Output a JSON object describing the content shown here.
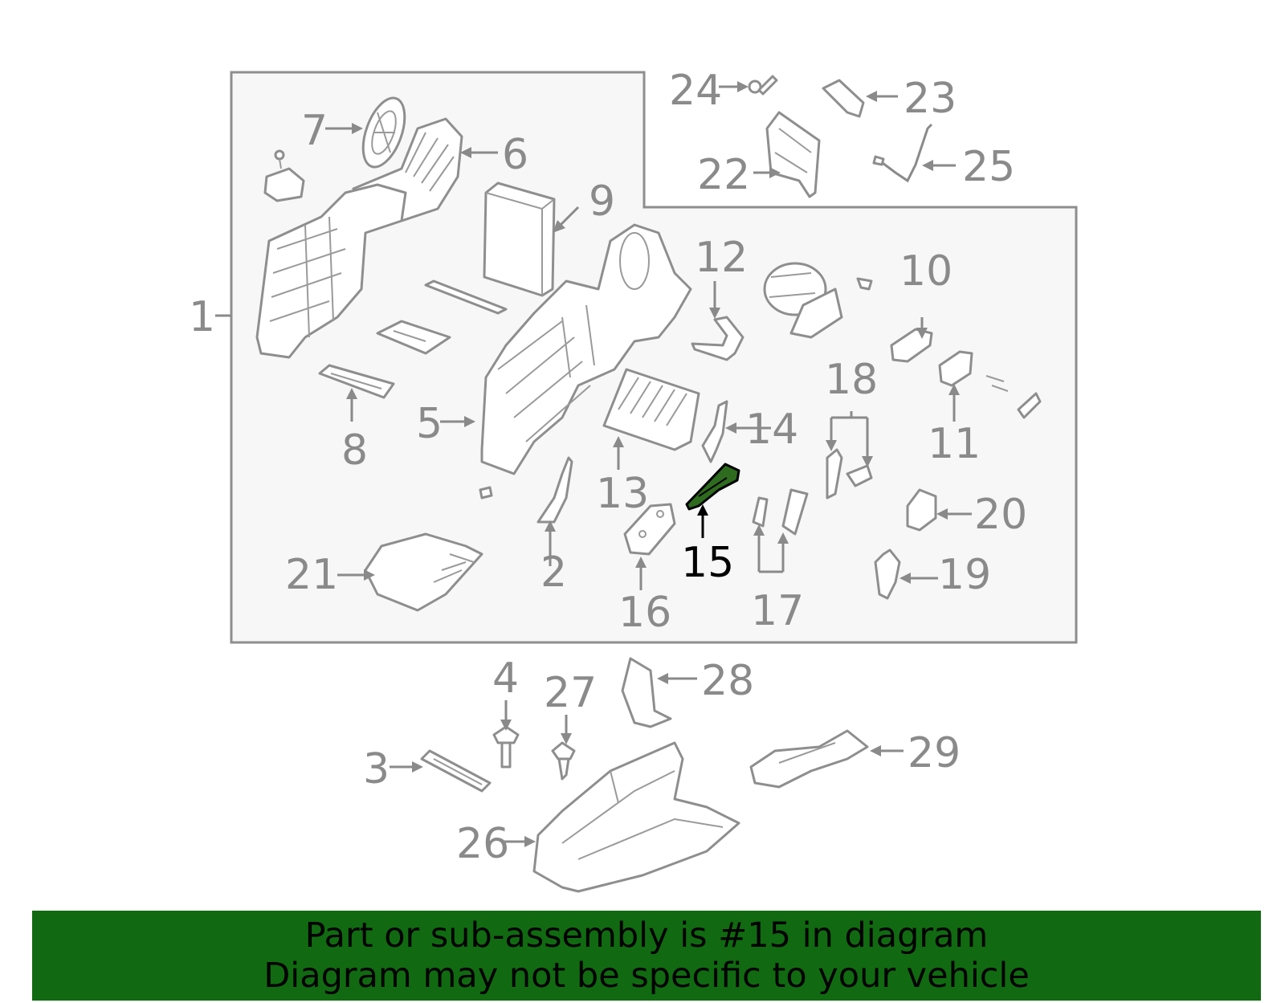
{
  "callouts": {
    "c1": "1",
    "c2": "2",
    "c3": "3",
    "c4": "4",
    "c5": "5",
    "c6": "6",
    "c7": "7",
    "c8": "8",
    "c9": "9",
    "c10": "10",
    "c11": "11",
    "c12": "12",
    "c13": "13",
    "c14": "14",
    "c15": "15",
    "c16": "16",
    "c17": "17",
    "c18": "18",
    "c19": "19",
    "c20": "20",
    "c21": "21",
    "c22": "22",
    "c23": "23",
    "c24": "24",
    "c25": "25",
    "c26": "26",
    "c27": "27",
    "c28": "28",
    "c29": "29"
  },
  "highlighted_part": "15",
  "colors": {
    "highlight": "#2e6b1e",
    "banner": "#116a11",
    "line": "#8e8e8e",
    "panel": "#f7f7f7"
  },
  "banner": {
    "line1": "Part or sub-assembly is #15 in diagram",
    "line2": "Diagram may not be specific to your vehicle"
  }
}
